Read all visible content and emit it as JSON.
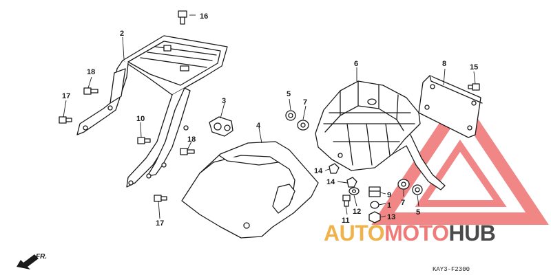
{
  "diagram_code": "KAY3-F2300",
  "direction_label": "FR.",
  "watermark": {
    "part1": "AUTO",
    "part2": "MOTO",
    "part3": "HUB",
    "colors": {
      "auto": "#f0b24a",
      "moto": "#ef7a78",
      "hub": "#4a4a4a",
      "triangle": "#ef7a78"
    }
  },
  "callouts": {
    "c1": "1",
    "c2": "2",
    "c3": "3",
    "c4": "4",
    "c5a": "5",
    "c5b": "5",
    "c6": "6",
    "c7a": "7",
    "c7b": "7",
    "c8": "8",
    "c9": "9",
    "c10": "10",
    "c11": "11",
    "c12": "12",
    "c13": "13",
    "c14a": "14",
    "c14b": "14",
    "c15": "15",
    "c16": "16",
    "c17a": "17",
    "c17b": "17",
    "c18a": "18",
    "c18b": "18"
  }
}
